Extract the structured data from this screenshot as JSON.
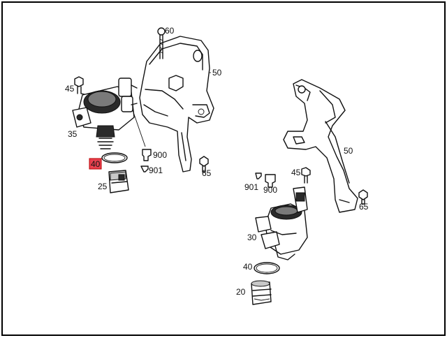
{
  "labels": {
    "l60": "60",
    "l50a": "50",
    "l45a": "45",
    "l35": "35",
    "l900a": "900",
    "l901a": "901",
    "l40a": "40",
    "l25": "25",
    "l65a": "65",
    "l50b": "50",
    "l45b": "45",
    "l901b": "901",
    "l900b": "900",
    "l65b": "65",
    "l30": "30",
    "l40b": "40",
    "l20": "20"
  },
  "colors": {
    "highlight": "#e8414f",
    "line": "#111111",
    "frame": "#000000"
  }
}
